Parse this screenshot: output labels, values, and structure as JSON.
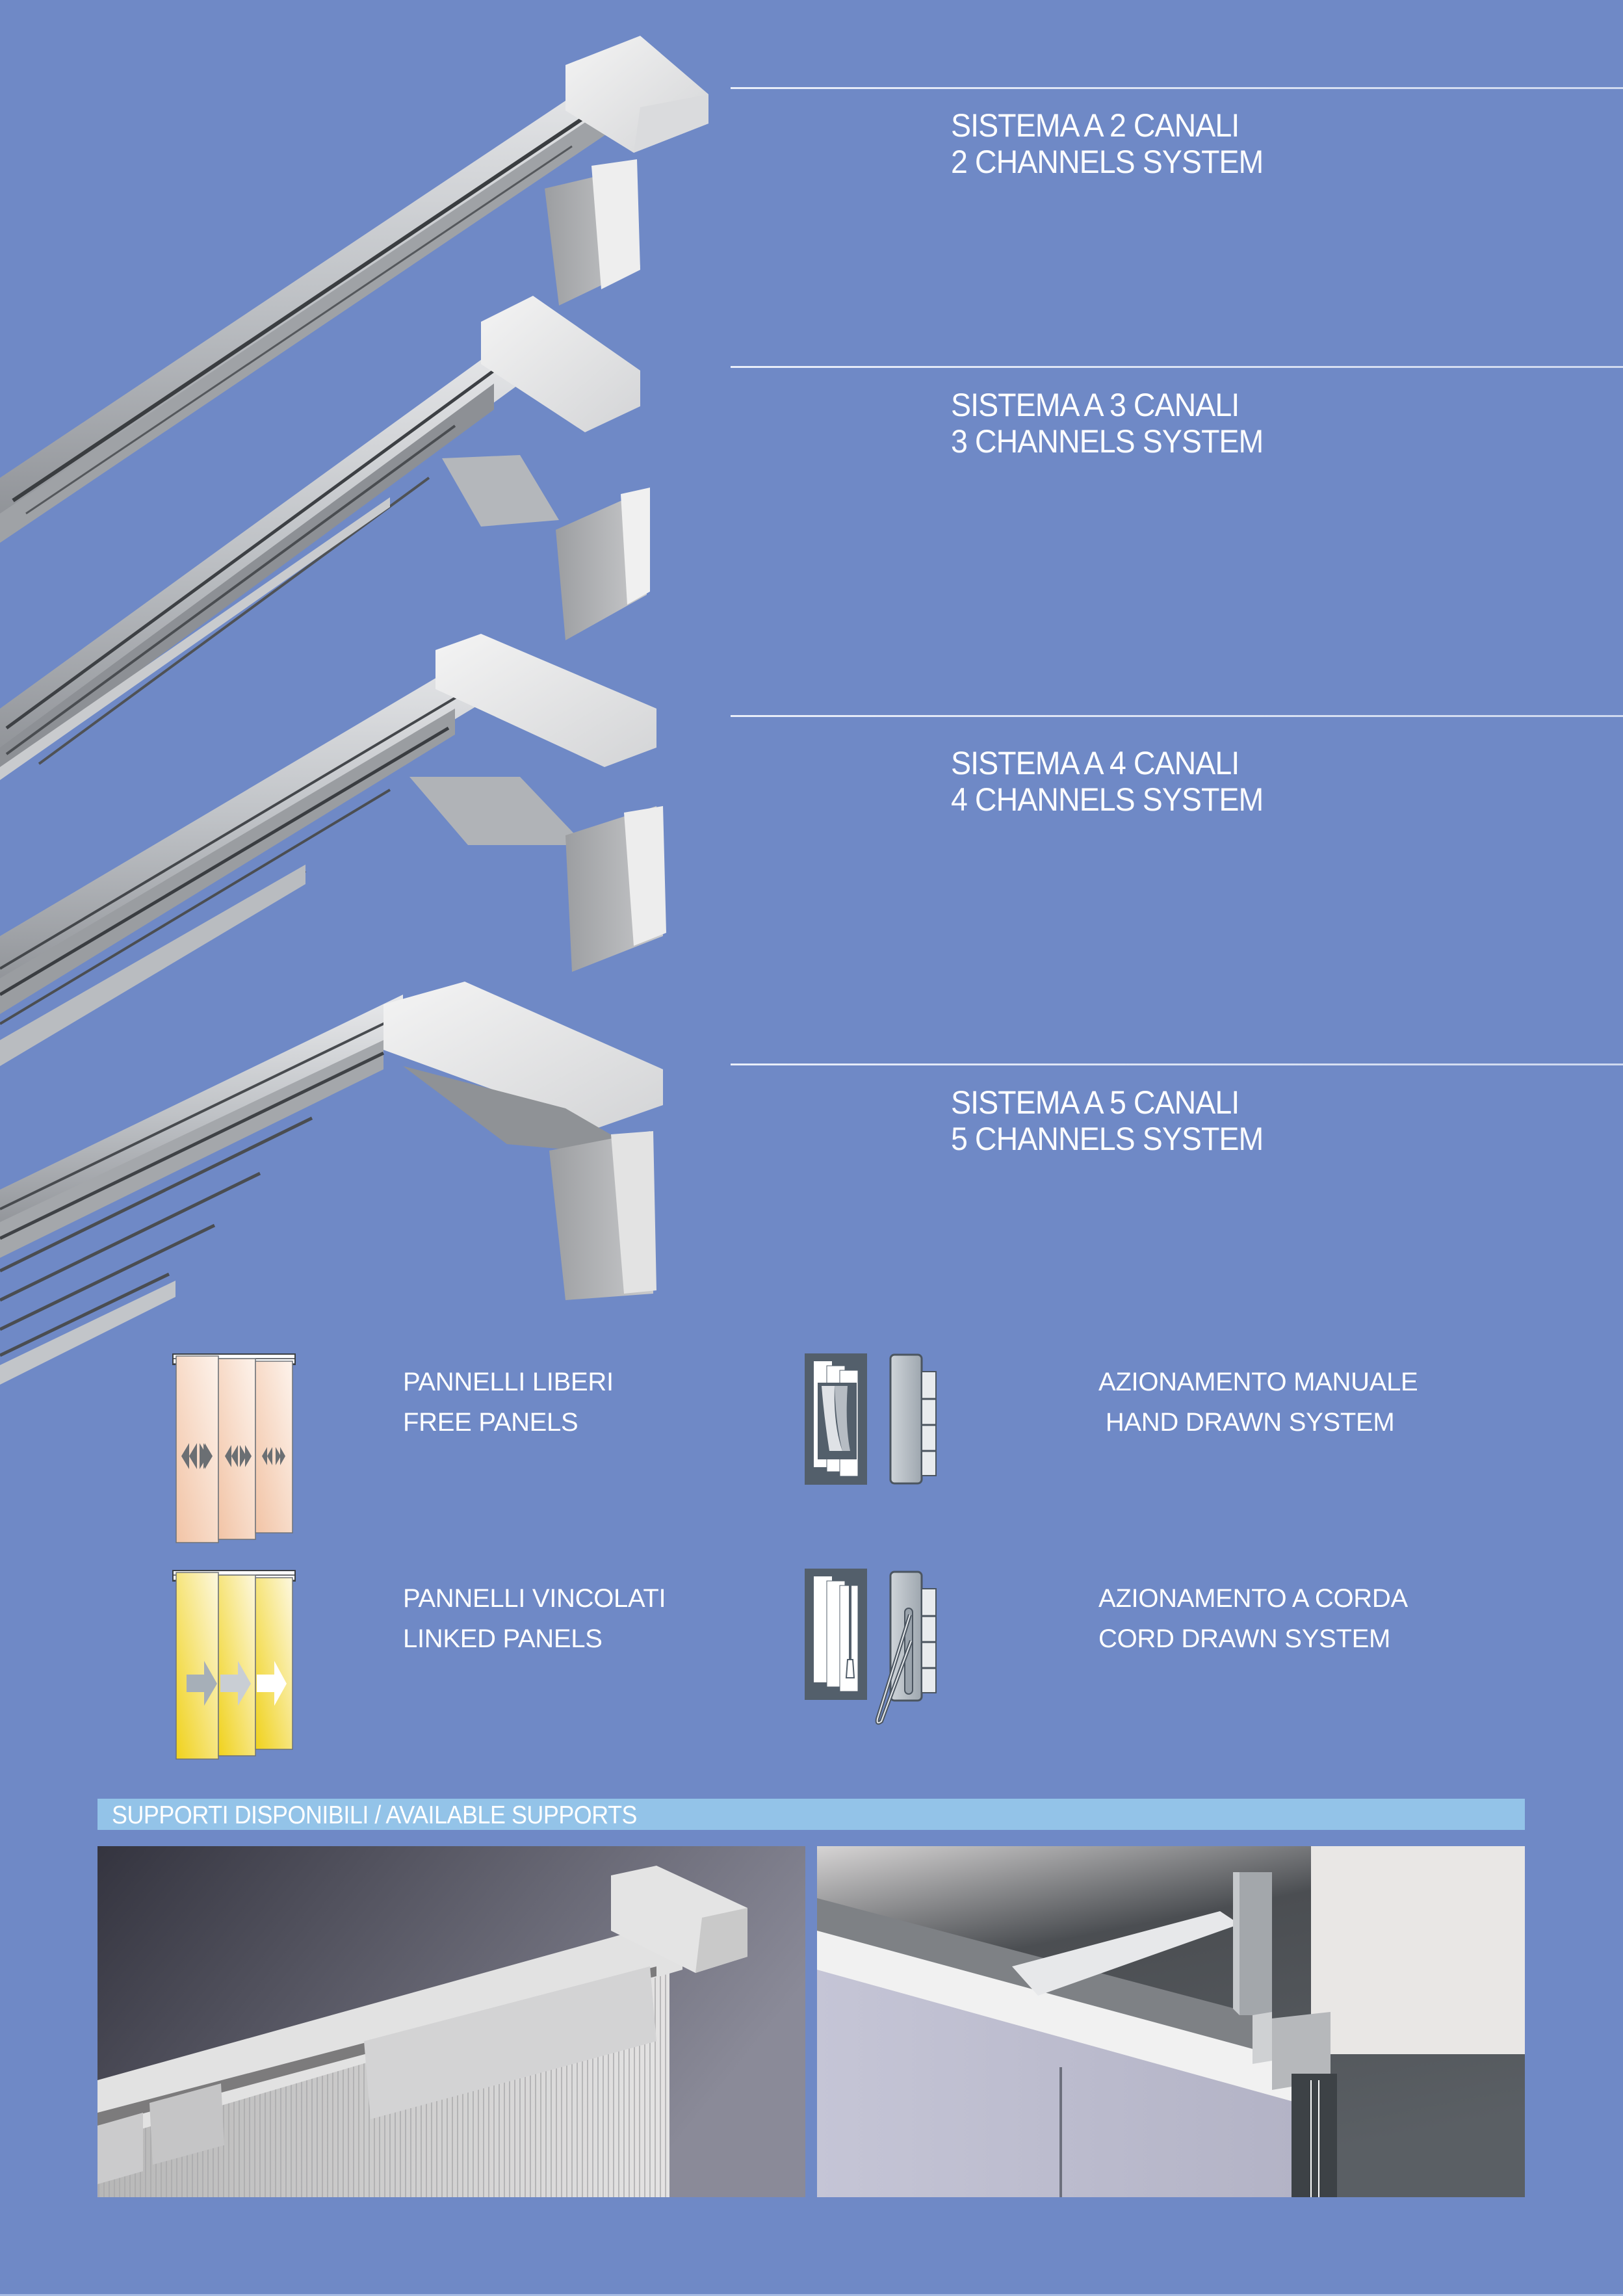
{
  "colors": {
    "page_background": "#6f89c6",
    "supports_bar": "#93c3e8",
    "text": "#ffffff",
    "icon_dark": "#535f6b",
    "free_panel_peach": "#f3c9ad",
    "linked_panel_yellow": "#f2d634"
  },
  "systems": [
    {
      "title_it": "SISTEMA A 2 CANALI",
      "title_en": "2 CHANNELS SYSTEM",
      "channels": 2
    },
    {
      "title_it": "SISTEMA A 3 CANALI",
      "title_en": "3 CHANNELS SYSTEM",
      "channels": 3
    },
    {
      "title_it": "SISTEMA A 4 CANALI",
      "title_en": "4 CHANNELS SYSTEM",
      "channels": 4
    },
    {
      "title_it": "SISTEMA A 5 CANALI",
      "title_en": "5 CHANNELS SYSTEM",
      "channels": 5
    }
  ],
  "features": {
    "free_panels": {
      "line1": "PANNELLI LIBERI",
      "line2": "FREE PANELS",
      "icon": "free-panels-icon"
    },
    "linked_panels": {
      "line1": "PANNELLI VINCOLATI",
      "line2": "LINKED PANELS",
      "icon": "linked-panels-icon"
    },
    "hand_drawn": {
      "line1": "AZIONAMENTO MANUALE",
      "line2": " HAND DRAWN SYSTEM",
      "icons": [
        "curtain-panels-icon",
        "end-cap-icon"
      ]
    },
    "cord_drawn": {
      "line1": "AZIONAMENTO A CORDA",
      "line2": "CORD DRAWN SYSTEM",
      "icons": [
        "cord-panels-icon",
        "cord-end-cap-icon"
      ]
    }
  },
  "supports": {
    "label": "SUPPORTI DISPONIBILI / AVAILABLE SUPPORTS",
    "photos": [
      {
        "name": "ceiling-support-photo",
        "subject": "ceiling mounted rail with panels"
      },
      {
        "name": "wall-bracket-photo",
        "subject": "wall bracket mounted rail with cord"
      }
    ]
  }
}
